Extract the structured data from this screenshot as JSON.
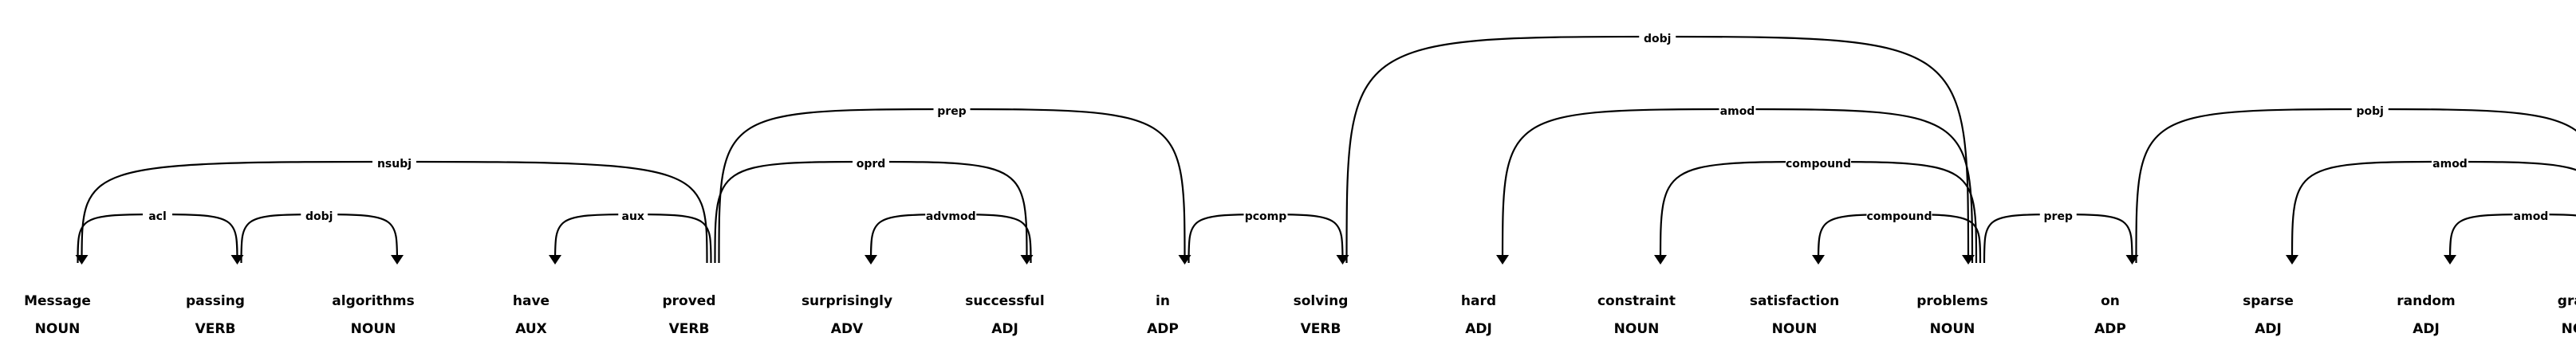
{
  "tokens": [
    {
      "text": "Message",
      "tag": "NOUN"
    },
    {
      "text": "passing",
      "tag": "VERB"
    },
    {
      "text": "algorithms",
      "tag": "NOUN"
    },
    {
      "text": "have",
      "tag": "AUX"
    },
    {
      "text": "proved",
      "tag": "VERB"
    },
    {
      "text": "surprisingly",
      "tag": "ADV"
    },
    {
      "text": "successful",
      "tag": "ADJ"
    },
    {
      "text": "in",
      "tag": "ADP"
    },
    {
      "text": "solving",
      "tag": "VERB"
    },
    {
      "text": "hard",
      "tag": "ADJ"
    },
    {
      "text": "constraint",
      "tag": "NOUN"
    },
    {
      "text": "satisfaction",
      "tag": "NOUN"
    },
    {
      "text": "problems",
      "tag": "NOUN"
    },
    {
      "text": "on",
      "tag": "ADP"
    },
    {
      "text": "sparse",
      "tag": "ADJ"
    },
    {
      "text": "random",
      "tag": "ADJ"
    },
    {
      "text": "graphs",
      "tag": "NOUN"
    }
  ],
  "arcs": [
    {
      "label": "acl",
      "start": 0,
      "end": 1,
      "dir": "right"
    },
    {
      "label": "dobj",
      "start": 1,
      "end": 2,
      "dir": "right"
    },
    {
      "label": "aux",
      "start": 3,
      "end": 4,
      "dir": "left"
    },
    {
      "label": "nsubj",
      "start": 0,
      "end": 4,
      "dir": "left"
    },
    {
      "label": "advmod",
      "start": 5,
      "end": 6,
      "dir": "left"
    },
    {
      "label": "oprd",
      "start": 4,
      "end": 6,
      "dir": "right"
    },
    {
      "label": "prep",
      "start": 4,
      "end": 7,
      "dir": "right"
    },
    {
      "label": "pcomp",
      "start": 7,
      "end": 8,
      "dir": "right"
    },
    {
      "label": "compound",
      "start": 11,
      "end": 12,
      "dir": "left"
    },
    {
      "label": "compound",
      "start": 10,
      "end": 12,
      "dir": "left"
    },
    {
      "label": "amod",
      "start": 9,
      "end": 12,
      "dir": "left"
    },
    {
      "label": "dobj",
      "start": 8,
      "end": 12,
      "dir": "right"
    },
    {
      "label": "prep",
      "start": 12,
      "end": 13,
      "dir": "right"
    },
    {
      "label": "amod",
      "start": 15,
      "end": 16,
      "dir": "left"
    },
    {
      "label": "amod",
      "start": 14,
      "end": 16,
      "dir": "left"
    },
    {
      "label": "pobj",
      "start": 13,
      "end": 16,
      "dir": "right"
    }
  ]
}
